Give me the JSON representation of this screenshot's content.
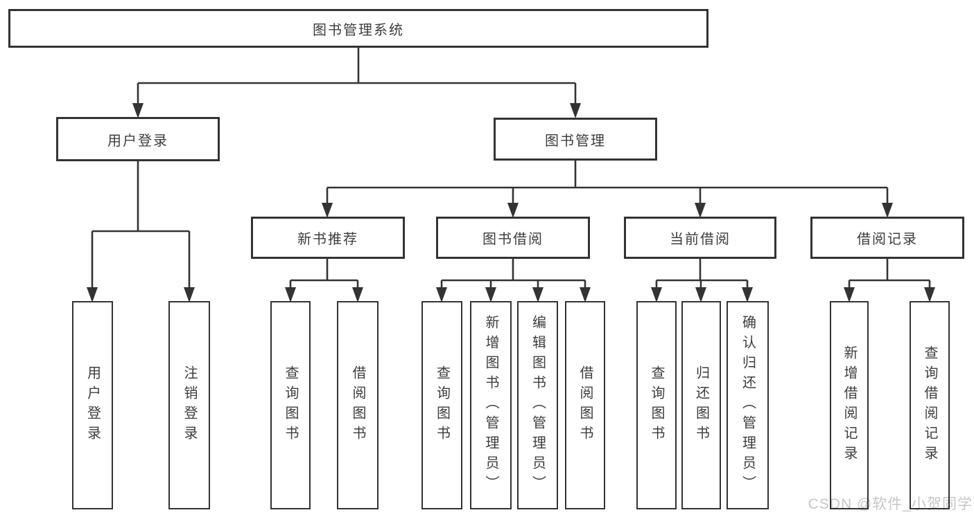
{
  "diagram": {
    "title": "图书管理系统",
    "nodes": {
      "root": "图书管理系统",
      "user_login": "用户登录",
      "book_management": "图书管理",
      "new_book_recommend": "新书推荐",
      "book_borrow": "图书借阅",
      "current_borrow": "当前借阅",
      "borrow_records": "借阅记录"
    },
    "leaves": {
      "user_login": [
        "用户登录",
        "注销登录"
      ],
      "new_book_recommend": [
        "查询图书",
        "借阅图书"
      ],
      "book_borrow": [
        "查询图书",
        "新增图书（管理员）",
        "编辑图书（管理员）",
        "借阅图书"
      ],
      "current_borrow": [
        "查询图书",
        "归还图书",
        "确认归还（管理员）"
      ],
      "borrow_records": [
        "新增借阅记录",
        "查询借阅记录"
      ]
    }
  },
  "watermark": "CSDN @软件_小贺同学",
  "colors": {
    "line": "#333333",
    "box_border": "#333333",
    "text": "#3d3d3d",
    "watermark": "#c6c6c6",
    "background": "#ffffff"
  }
}
